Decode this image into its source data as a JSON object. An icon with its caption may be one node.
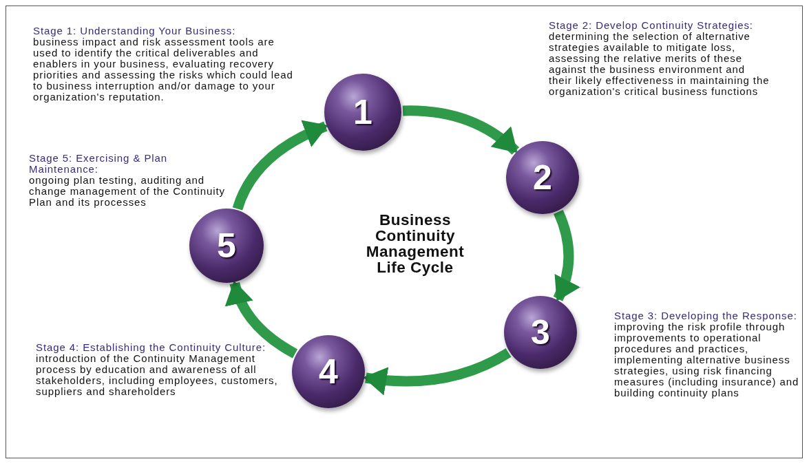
{
  "diagram": {
    "title": "Business Continuity Management Life Cycle",
    "nodes": [
      {
        "text": [
          "1"
        ],
        "beside": [
          "Stage 1: Understanding Your Business:",
          "business impact and risk assessment tools are used to identify the critical deliverables and enablers in your business, evaluating recovery priorities and assessing the risks which could lead to business interruption and/or damage to your organization's reputation."
        ]
      },
      {
        "text": [
          "2"
        ],
        "beside": [
          "Stage 2: Develop Continuity Strategies:",
          "determining the selection of alternative strategies available to mitigate loss, assessing the relative merits of these against the business environment and their likely effectiveness in maintaining the organization's critical business functions"
        ]
      },
      {
        "text": [
          "3"
        ],
        "beside": [
          "Stage 3: Developing the Response:",
          "improving the risk profile through improvements to operational procedures and practices, implementing alternative business strategies, using risk financing measures (including insurance) and building continuity plans"
        ]
      },
      {
        "text": [
          "4"
        ],
        "beside": [
          "Stage 4: Establishing the Continuity Culture:",
          "introduction of the Continuity Management process by education and awareness of all stakeholders, including employees, customers, suppliers and shareholders"
        ]
      },
      {
        "text": [
          "5"
        ],
        "beside": [
          "Stage 5: Exercising & Plan Maintenance:",
          "ongoing plan testing, auditing and change management of the Continuity Plan and its processes"
        ]
      }
    ],
    "edges": [
      {
        "from": 0,
        "to": 1,
        "arrow": "to"
      },
      {
        "from": 1,
        "to": 2,
        "arrow": "to"
      },
      {
        "from": 2,
        "to": 3,
        "arrow": "to"
      },
      {
        "from": 3,
        "to": 4,
        "arrow": "to"
      },
      {
        "from": 4,
        "to": 0,
        "arrow": "to"
      }
    ]
  }
}
